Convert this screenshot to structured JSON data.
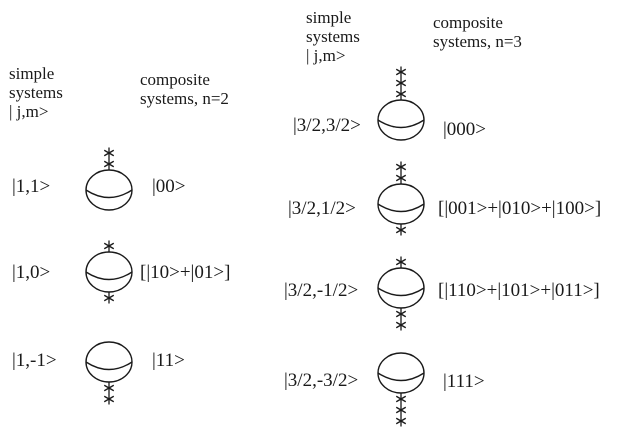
{
  "left": {
    "header_simple": [
      "simple",
      "systems",
      "| j,m>"
    ],
    "header_composite": [
      "composite",
      "systems, n=2"
    ],
    "rows": [
      {
        "simple": "|1,1>",
        "composite": "|00>",
        "stars_above": 2,
        "stars_below": 0
      },
      {
        "simple": "|1,0>",
        "composite": "[|10>+|01>]",
        "stars_above": 1,
        "stars_below": 1
      },
      {
        "simple": "|1,-1>",
        "composite": "|11>",
        "stars_above": 0,
        "stars_below": 2
      }
    ]
  },
  "right": {
    "header_simple": [
      "simple",
      "systems",
      "| j,m>"
    ],
    "header_composite": [
      "composite",
      "systems, n=3"
    ],
    "rows": [
      {
        "simple": "|3/2,3/2>",
        "composite": "|000>",
        "stars_above": 3,
        "stars_below": 0
      },
      {
        "simple": "|3/2,1/2>",
        "composite": "[|001>+|010>+|100>]",
        "stars_above": 2,
        "stars_below": 1
      },
      {
        "simple": "|3/2,-1/2>",
        "composite": "[|110>+|101>+|011>]",
        "stars_above": 1,
        "stars_below": 2
      },
      {
        "simple": "|3/2,-3/2>",
        "composite": "|111>",
        "stars_above": 0,
        "stars_below": 3
      }
    ]
  },
  "colors": {
    "ink": "#1a1a1a",
    "background": "#ffffff"
  }
}
